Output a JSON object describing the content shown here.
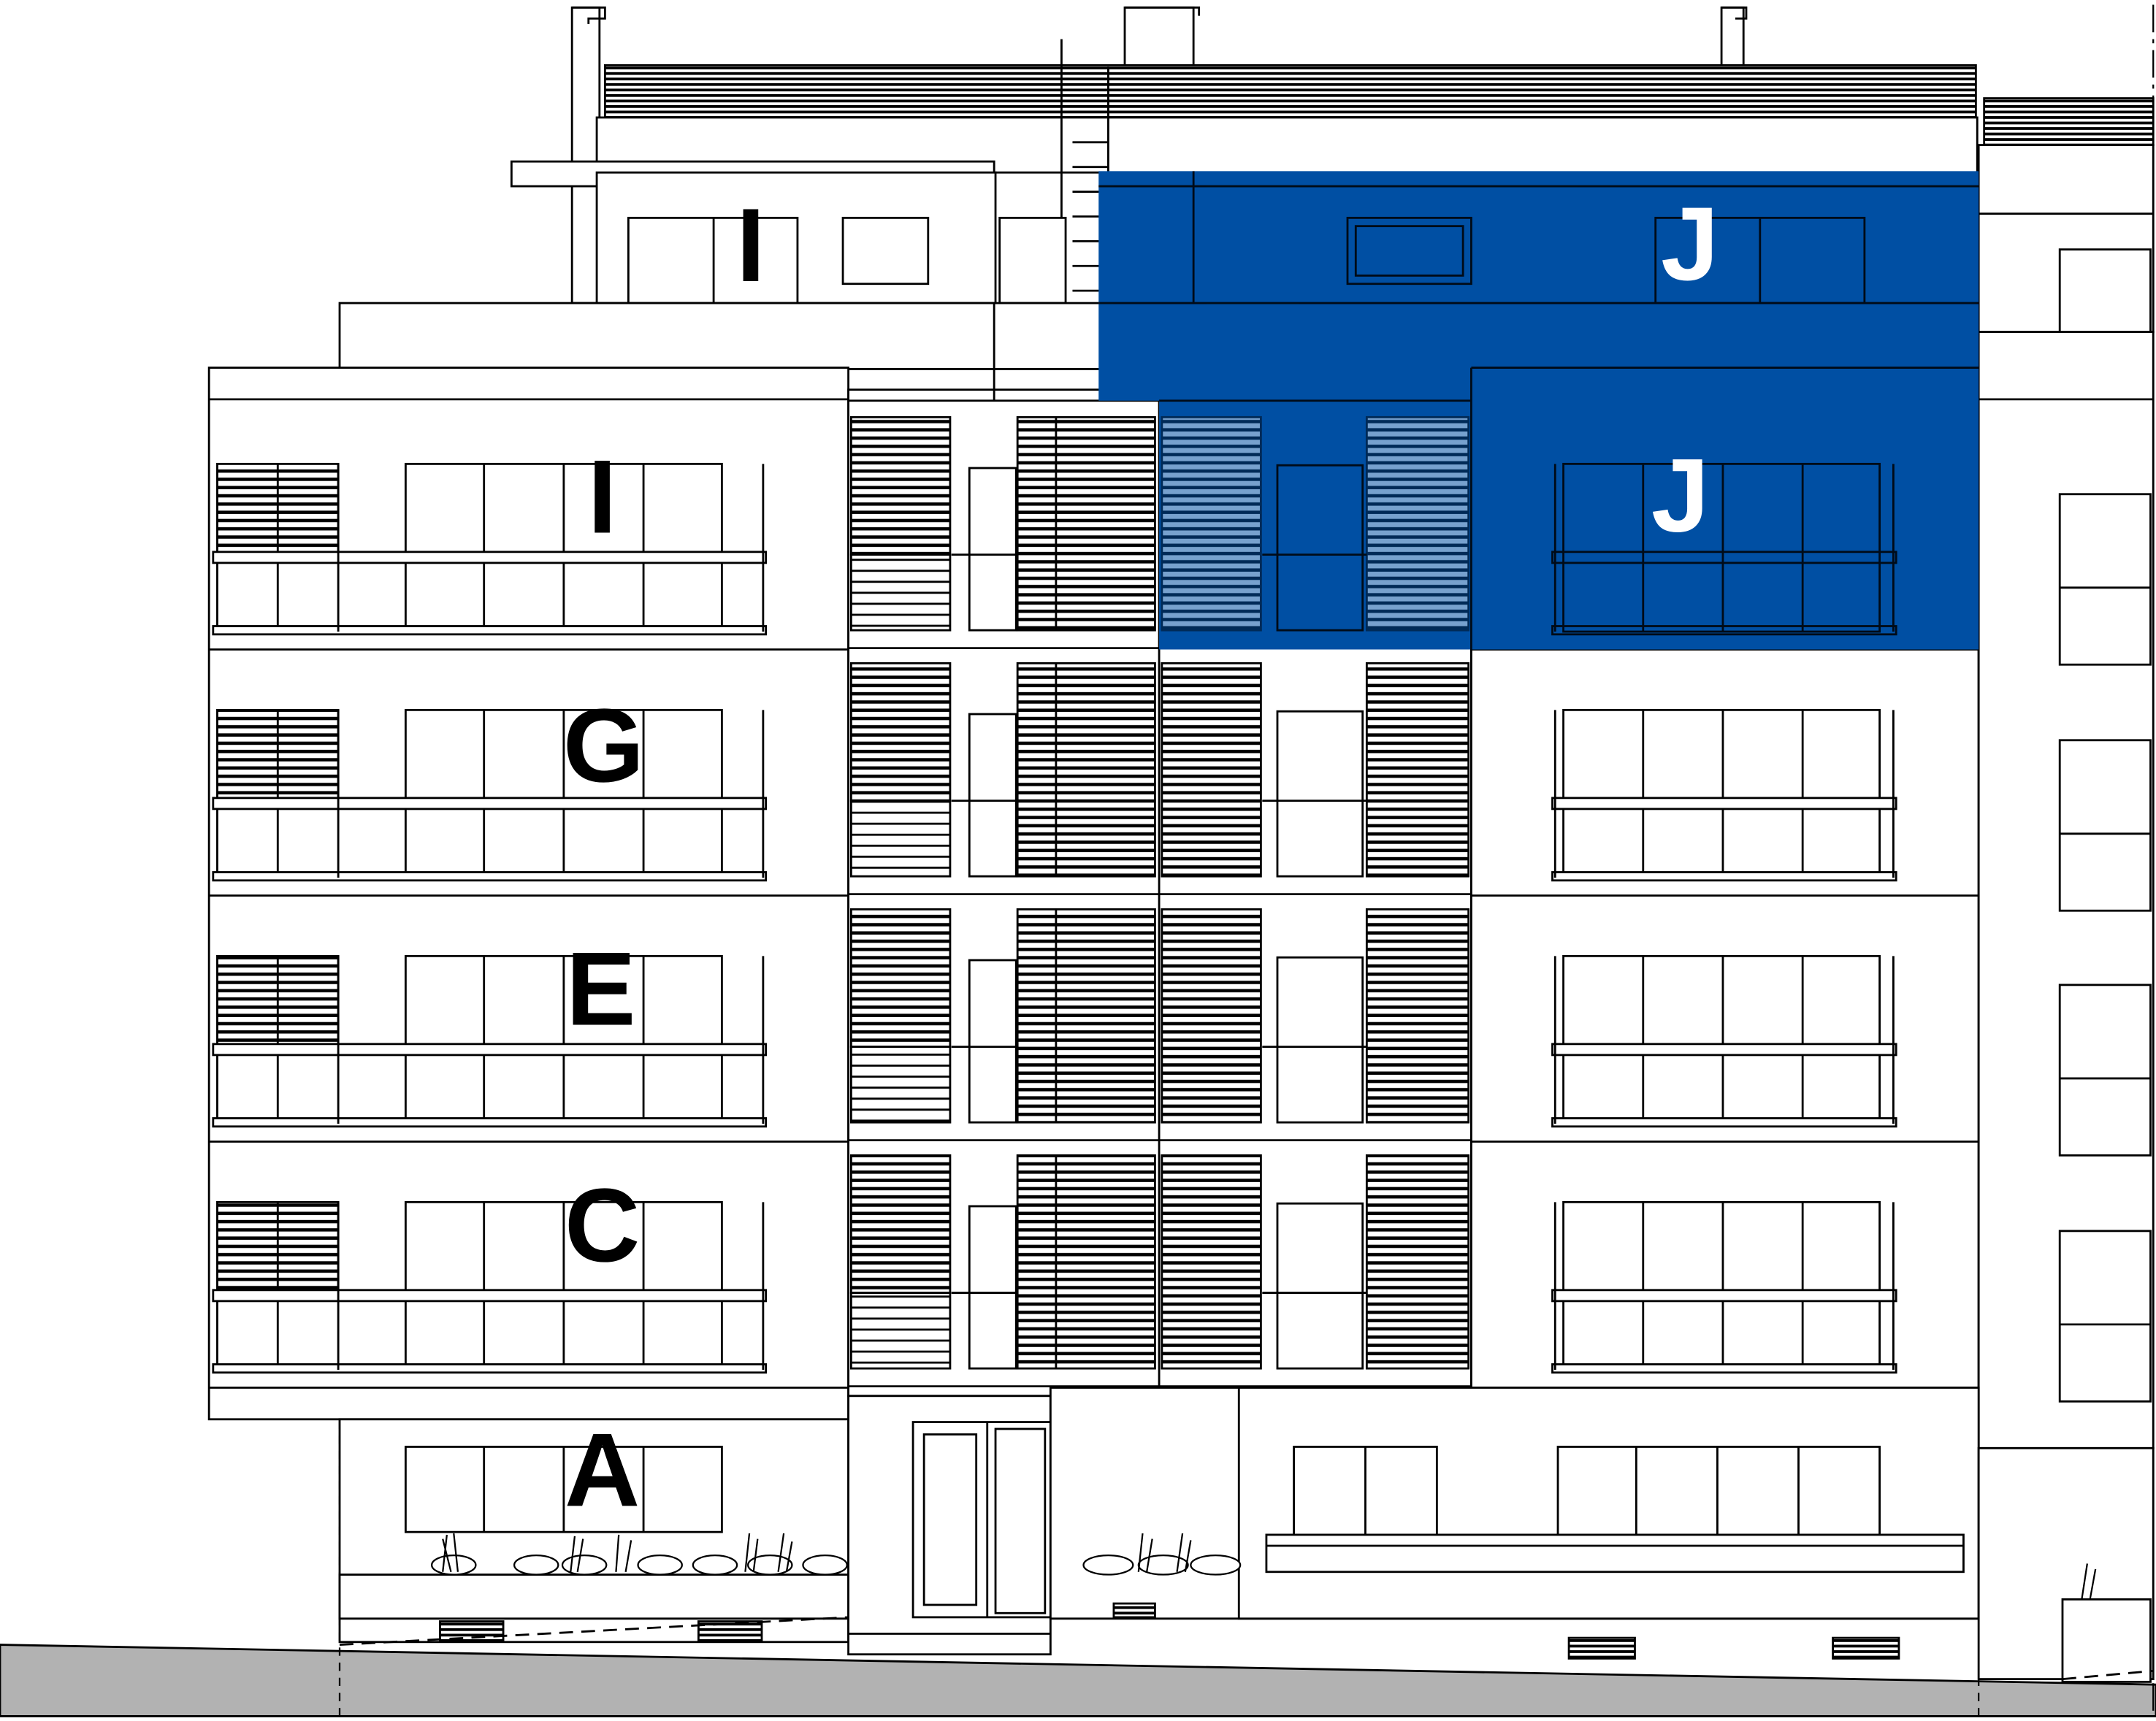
{
  "elevation": {
    "unit_labels": {
      "top_left": "I",
      "top_right": "J",
      "floor4_left": "I",
      "floor4_right": "J",
      "floor3_left": "G",
      "floor2_left": "E",
      "floor1_left": "C",
      "ground_left": "A"
    }
  },
  "colors": {
    "highlight": "#004fa3",
    "ground": "#b2b2b2",
    "line": "#000000",
    "label_on_highlight": "#ffffff"
  }
}
